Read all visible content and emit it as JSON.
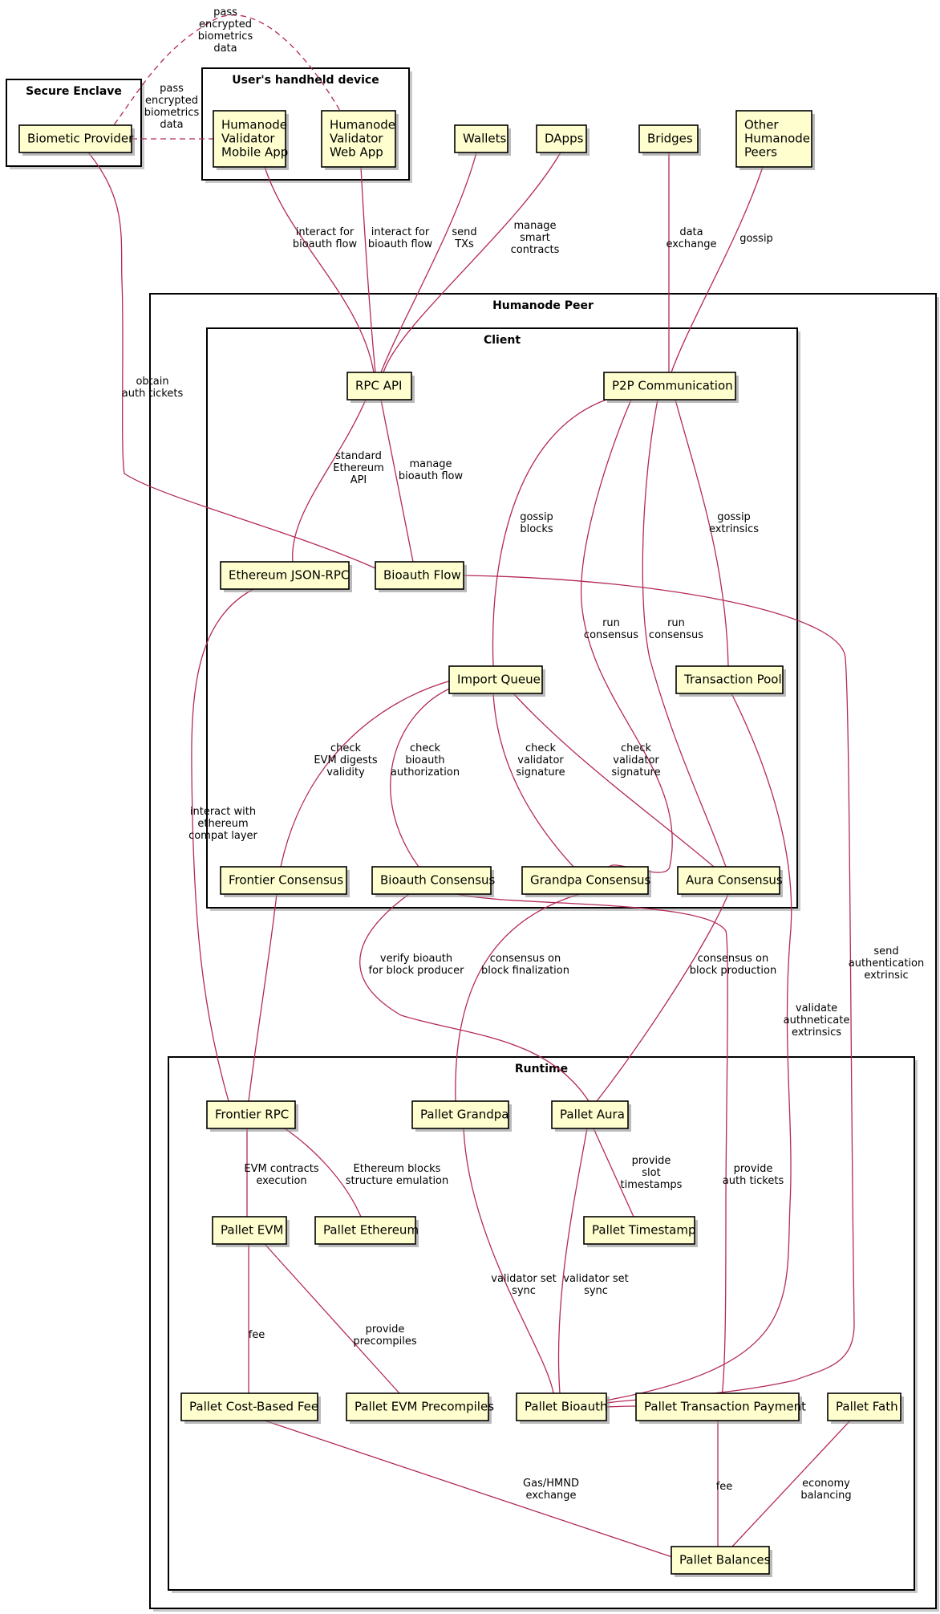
{
  "frames": {
    "secure_enclave": "Secure Enclave",
    "handheld": "User's handheld device",
    "peer": "Humanode Peer",
    "client": "Client",
    "runtime": "Runtime"
  },
  "nodes": {
    "biometric_provider": [
      "Biometic Provider"
    ],
    "mobile_app": [
      "Humanode",
      "Validator",
      "Mobile App"
    ],
    "web_app": [
      "Humanode",
      "Validator",
      "Web App"
    ],
    "wallets": [
      "Wallets"
    ],
    "dapps": [
      "DApps"
    ],
    "bridges": [
      "Bridges"
    ],
    "other_peers": [
      "Other",
      "Humanode",
      "Peers"
    ],
    "rpc_api": [
      "RPC API"
    ],
    "p2p": [
      "P2P Communication"
    ],
    "eth_jsonrpc": [
      "Ethereum JSON-RPC"
    ],
    "bioauth_flow": [
      "Bioauth Flow"
    ],
    "import_queue": [
      "Import Queue"
    ],
    "tx_pool": [
      "Transaction Pool"
    ],
    "frontier_consensus": [
      "Frontier Consensus"
    ],
    "bioauth_consensus": [
      "Bioauth Consensus"
    ],
    "grandpa_consensus": [
      "Grandpa Consensus"
    ],
    "aura_consensus": [
      "Aura Consensus"
    ],
    "frontier_rpc": [
      "Frontier RPC"
    ],
    "pallet_grandpa": [
      "Pallet Grandpa"
    ],
    "pallet_aura": [
      "Pallet Aura"
    ],
    "pallet_evm": [
      "Pallet EVM"
    ],
    "pallet_ethereum": [
      "Pallet Ethereum"
    ],
    "pallet_timestamp": [
      "Pallet Timestamp"
    ],
    "pallet_costfee": [
      "Pallet Cost-Based Fee"
    ],
    "pallet_evm_precompiles": [
      "Pallet EVM Precompiles"
    ],
    "pallet_bioauth": [
      "Pallet Bioauth"
    ],
    "pallet_tx_payment": [
      "Pallet Transaction Payment"
    ],
    "pallet_fath": [
      "Pallet Fath"
    ],
    "pallet_balances": [
      "Pallet Balances"
    ]
  },
  "edge_labels": {
    "pass_top": [
      "pass",
      "encrypted",
      "biometrics",
      "data"
    ],
    "pass_side": [
      "pass",
      "encrypted",
      "biometrics",
      "data"
    ],
    "interact_mobile": [
      "interact for",
      "bioauth flow"
    ],
    "interact_web": [
      "interact for",
      "bioauth flow"
    ],
    "send_txs": [
      "send",
      "TXs"
    ],
    "manage_contracts": [
      "manage",
      "smart",
      "contracts"
    ],
    "data_exchange": [
      "data",
      "exchange"
    ],
    "gossip": [
      "gossip"
    ],
    "obtain_tickets": [
      "obtain",
      "auth tickets"
    ],
    "standard_eth": [
      "standard",
      "Ethereum",
      "API"
    ],
    "manage_bioauth": [
      "manage",
      "bioauth flow"
    ],
    "gossip_blocks": [
      "gossip",
      "blocks"
    ],
    "run_consensus_1": [
      "run",
      "consensus"
    ],
    "run_consensus_2": [
      "run",
      "consensus"
    ],
    "gossip_extrinsics": [
      "gossip",
      "extrinsics"
    ],
    "check_evm": [
      "check",
      "EVM digests",
      "validity"
    ],
    "check_bioauth": [
      "check",
      "bioauth",
      "authorization"
    ],
    "check_validator_1": [
      "check",
      "validator",
      "signature"
    ],
    "check_validator_2": [
      "check",
      "validator",
      "signature"
    ],
    "interact_eth": [
      "interact with",
      "ethereum",
      "compat layer"
    ],
    "verify_bioauth": [
      "verify bioauth",
      "for block producer"
    ],
    "consensus_final": [
      "consensus on",
      "block finalization"
    ],
    "consensus_prod": [
      "consensus on",
      "block production"
    ],
    "send_auth": [
      "send",
      "authentication",
      "extrinsic"
    ],
    "validate_ext": [
      "validate",
      "authneticate",
      "extrinsics"
    ],
    "evm_exec": [
      "EVM contracts",
      "execution"
    ],
    "eth_blocks": [
      "Ethereum blocks",
      "structure emulation"
    ],
    "slot_ts": [
      "provide",
      "slot",
      "timestamps"
    ],
    "provide_tickets": [
      "provide",
      "auth tickets"
    ],
    "valset_1": [
      "validator set",
      "sync"
    ],
    "valset_2": [
      "validator set",
      "sync"
    ],
    "fee_1": [
      "fee"
    ],
    "precompiles": [
      "provide",
      "precompiles"
    ],
    "gas_exchange": [
      "Gas/HMND",
      "exchange"
    ],
    "fee_2": [
      "fee"
    ],
    "economy": [
      "economy",
      "balancing"
    ]
  },
  "colors": {
    "edge": "#b4295a",
    "node_fill": "#fefece",
    "frame_stroke": "#000000"
  }
}
